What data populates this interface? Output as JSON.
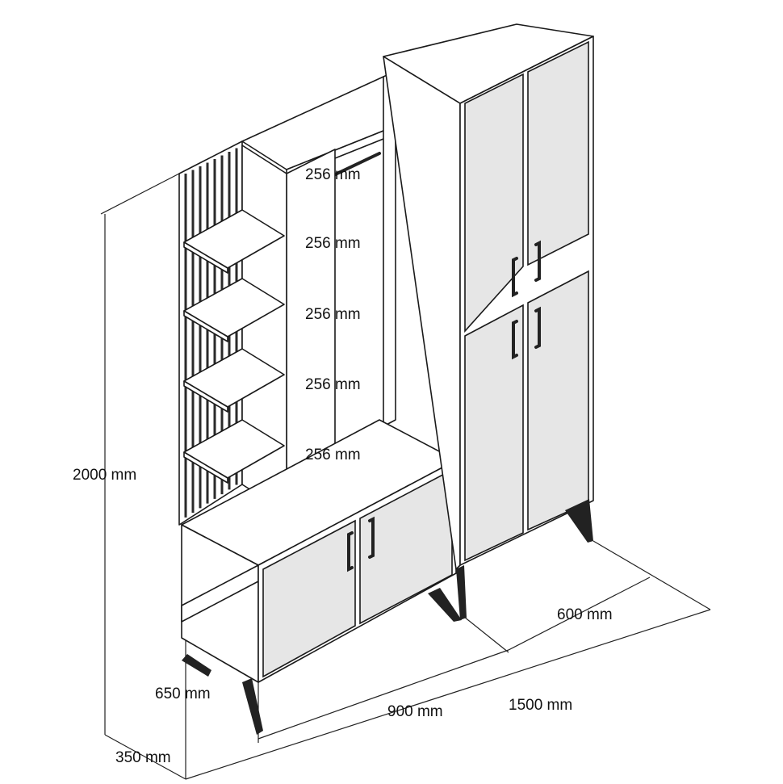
{
  "dimensions": {
    "height": "2000 mm",
    "depth": "350 mm",
    "base_height": "650 mm",
    "lower_width": "900 mm",
    "total_width": "1500 mm",
    "wardrobe_width": "600 mm",
    "shelf_spacing": [
      "256 mm",
      "256 mm",
      "256 mm",
      "256 mm",
      "256 mm"
    ]
  },
  "colors": {
    "line": "#1a1a1a",
    "door": "#e6e6e6",
    "background": "#ffffff"
  }
}
